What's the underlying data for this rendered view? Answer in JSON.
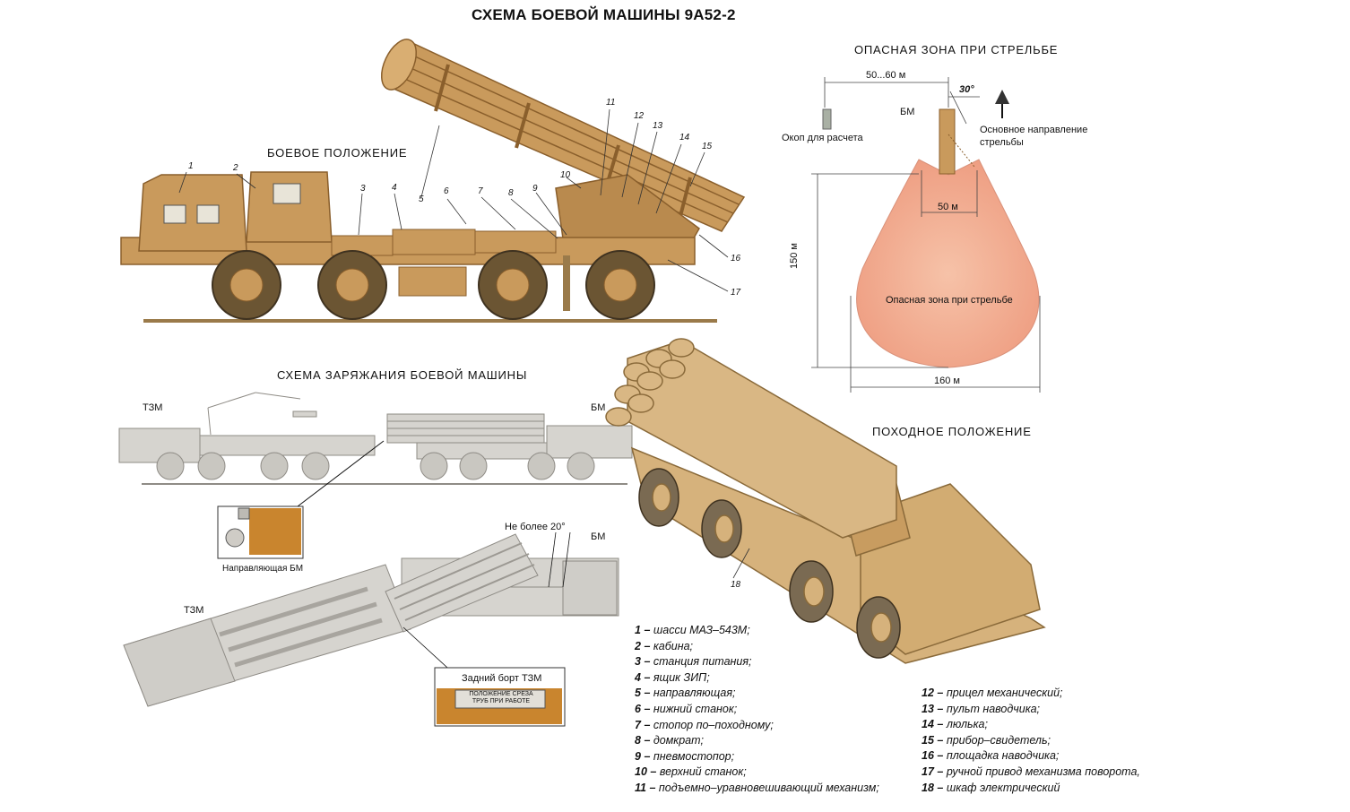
{
  "title": "СХЕМА БОЕВОЙ МАШИНЫ 9А52-2",
  "combat_position": {
    "heading": "БОЕВОЕ ПОЛОЖЕНИЕ",
    "callouts": [
      "1",
      "2",
      "3",
      "4",
      "5",
      "6",
      "7",
      "8",
      "9",
      "10",
      "11",
      "12",
      "13",
      "14",
      "15",
      "16",
      "17"
    ]
  },
  "danger_zone": {
    "heading": "ОПАСНАЯ ЗОНА ПРИ СТРЕЛЬБЕ",
    "dim_top": "50...60 м",
    "angle": "30°",
    "bm_label": "БМ",
    "crew_trench": "Окоп для расчета",
    "main_direction": "Основное направление стрельбы",
    "dim_inner": "50 м",
    "dim_height": "150 м",
    "dim_width": "160 м",
    "zone_label": "Опасная зона при стрельбе",
    "zone_color": "#f0a88c"
  },
  "loading_scheme": {
    "heading": "СХЕМА ЗАРЯЖАНИЯ БОЕВОЙ МАШИНЫ",
    "tzm": "ТЗМ",
    "bm": "БМ",
    "guide_caption": "Направляющая БМ",
    "max_angle": "Не более 20°",
    "tzm_lower": "ТЗМ",
    "bm_lower": "БМ",
    "rear_board": "Задний борт ТЗМ",
    "plate_line1": "ПОЛОЖЕНИЕ СРЕЗА",
    "plate_line2": "ТРУБ ПРИ РАБОТЕ"
  },
  "travel_position": {
    "heading": "ПОХОДНОЕ ПОЛОЖЕНИЕ",
    "callout": "18"
  },
  "legend_left": [
    {
      "n": "1",
      "text": "шасси  МАЗ–543М;"
    },
    {
      "n": "2",
      "text": "кабина;"
    },
    {
      "n": "3",
      "text": "станция питания;"
    },
    {
      "n": "4",
      "text": "ящик  ЗИП;"
    },
    {
      "n": "5",
      "text": "направляющая;"
    },
    {
      "n": "6",
      "text": "нижний станок;"
    },
    {
      "n": "7",
      "text": "стопор по–походному;"
    },
    {
      "n": "8",
      "text": "домкрат;"
    },
    {
      "n": "9",
      "text": "пневмостопор;"
    },
    {
      "n": "10",
      "text": "верхний станок;"
    },
    {
      "n": "11",
      "text": "подъемно–уравновешивающий механизм;"
    }
  ],
  "legend_right": [
    {
      "n": "12",
      "text": "прицел механический;"
    },
    {
      "n": "13",
      "text": "пульт наводчика;"
    },
    {
      "n": "14",
      "text": "люлька;"
    },
    {
      "n": "15",
      "text": "прибор–свидетель;"
    },
    {
      "n": "16",
      "text": "площадка наводчика;"
    },
    {
      "n": "17",
      "text": "ручной привод механизма поворота,"
    },
    {
      "n": "18",
      "text": "шкаф электрический"
    }
  ],
  "colors": {
    "vehicle": "#c99a5c",
    "vehicle_dark": "#8a5f2c",
    "tyre": "#6b5533",
    "gray": "#d6d4cf",
    "gray_line": "#8f8c86",
    "zone": "#f0a88c"
  }
}
